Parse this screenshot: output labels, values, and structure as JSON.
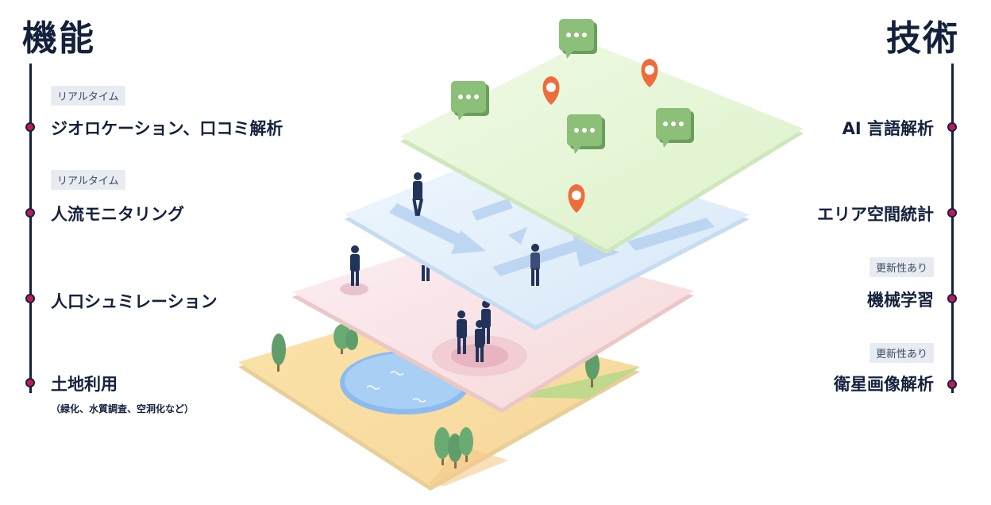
{
  "functions": {
    "title": "機能",
    "items": [
      {
        "badge": "リアルタイム",
        "label": "ジオロケーション、口コミ解析"
      },
      {
        "badge": "リアルタイム",
        "label": "人流モニタリング"
      },
      {
        "label": "人口シュミレーション"
      },
      {
        "label": "土地利用",
        "sub": "（緑化、水質調査、空洞化など）"
      }
    ]
  },
  "technologies": {
    "title": "技術",
    "items": [
      {
        "label": "AI 言語解析"
      },
      {
        "label": "エリア空間統計"
      },
      {
        "badge": "更新性あり",
        "label": "機械学習"
      },
      {
        "badge": "更新性あり",
        "label": "衛星画像解析"
      }
    ]
  },
  "colors": {
    "navy": "#14213d",
    "dot": "#c2185b",
    "layer_green": "#e6f6d9",
    "layer_blue": "#e3effb",
    "layer_pink": "#fbe7ec",
    "layer_base": "#fbeccb",
    "pin": "#ef6c3b",
    "chat": "#7fae6e"
  }
}
